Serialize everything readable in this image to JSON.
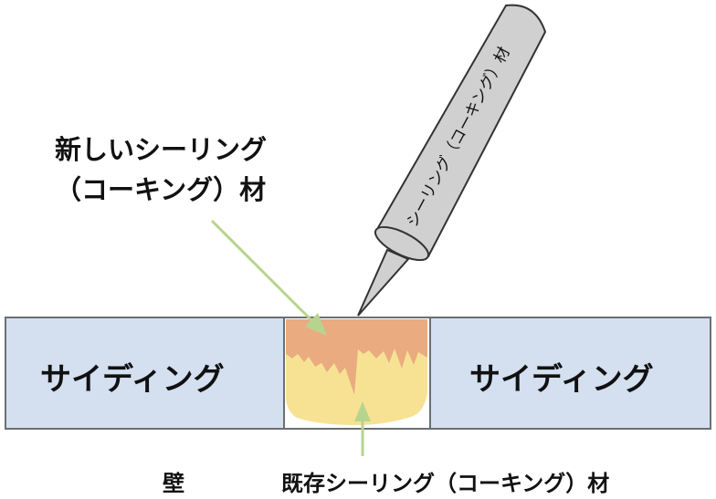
{
  "labels": {
    "new_sealant_line1": "新しいシーリング",
    "new_sealant_line2": "（コーキング）材",
    "siding_left": "サイディング",
    "siding_right": "サイディング",
    "wall": "壁",
    "existing_sealant": "既存シーリング（コーキング）材",
    "caulk_gun": "シーリング（コーキング）材"
  },
  "colors": {
    "siding_fill": "#d4dff0",
    "siding_stroke": "#6b6f74",
    "new_sealant": "#eaab80",
    "existing_sealant": "#f7e294",
    "arrow": "#b7d48e",
    "cartridge_fill": "#d0d0d0",
    "cartridge_stroke": "#333333"
  }
}
